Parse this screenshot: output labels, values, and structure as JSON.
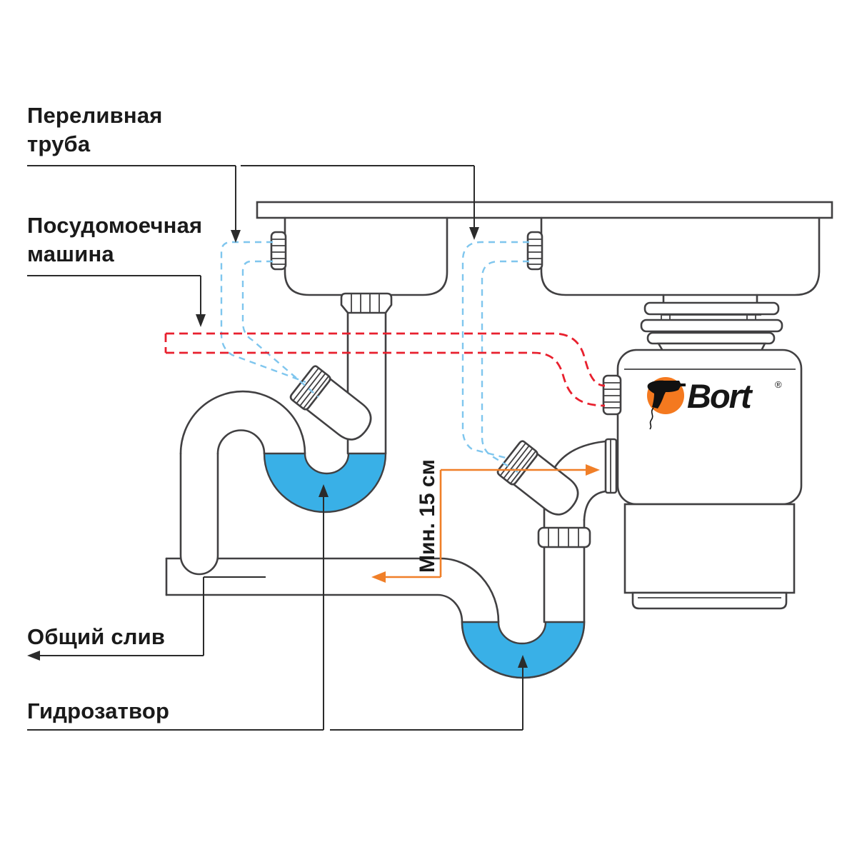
{
  "labels": {
    "overflow_pipe": "Переливная\nтруба",
    "dishwasher": "Посудомоечная\nмашина",
    "common_drain": "Общий слив",
    "water_trap": "Гидрозатвор",
    "min_distance": "Мин. 15 см"
  },
  "logo": {
    "brand": "Bort",
    "registered": "®"
  },
  "colors": {
    "line": "#414042",
    "accent_orange": "#F07F28",
    "logo_orange": "#F4791F",
    "hose_blue": "#7FC6EE",
    "hose_red": "#E8202E",
    "water": "#39B0E7",
    "text": "#1a1a1a"
  }
}
